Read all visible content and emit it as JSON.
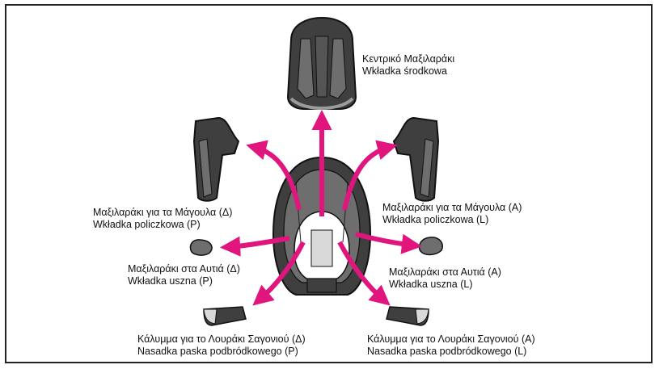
{
  "colors": {
    "arrow": "#e0157d",
    "pad_dark": "#3f3f3f",
    "pad_mid": "#6e6e6e",
    "pad_light": "#9b9b9b",
    "outline": "#111111"
  },
  "labels": {
    "center_pad": {
      "line1": "Κεντρικό Μαξιλαράκι",
      "line2": "Wkładka środkowa"
    },
    "cheek_pad_right_side": {
      "line1": "Μαξιλαράκι για τα Μάγουλα (Δ)",
      "line2": "Wkładka policzkowa (P)"
    },
    "cheek_pad_left_side": {
      "line1": "Μαξιλαράκι για τα Μάγουλα (Α)",
      "line2": "Wkładka policzkowa (L)"
    },
    "ear_pad_right_side": {
      "line1": "Μαξιλαράκι στα Αυτιά (Δ)",
      "line2": "Wkładka uszna (P)"
    },
    "ear_pad_left_side": {
      "line1": "Μαξιλαράκι στα Αυτιά (Α)",
      "line2": "Wkładka uszna (L)"
    },
    "chin_strap_cover_right_side": {
      "line1": "Κάλυμμα για το Λουράκι Σαγονιού (Δ)",
      "line2": "Nasadka paska podbródkowego (P)"
    },
    "chin_strap_cover_left_side": {
      "line1": "Κάλυμμα για το Λουράκι Σαγονιού (Α)",
      "line2": "Nasadka paska podbródkowego (L)"
    }
  }
}
